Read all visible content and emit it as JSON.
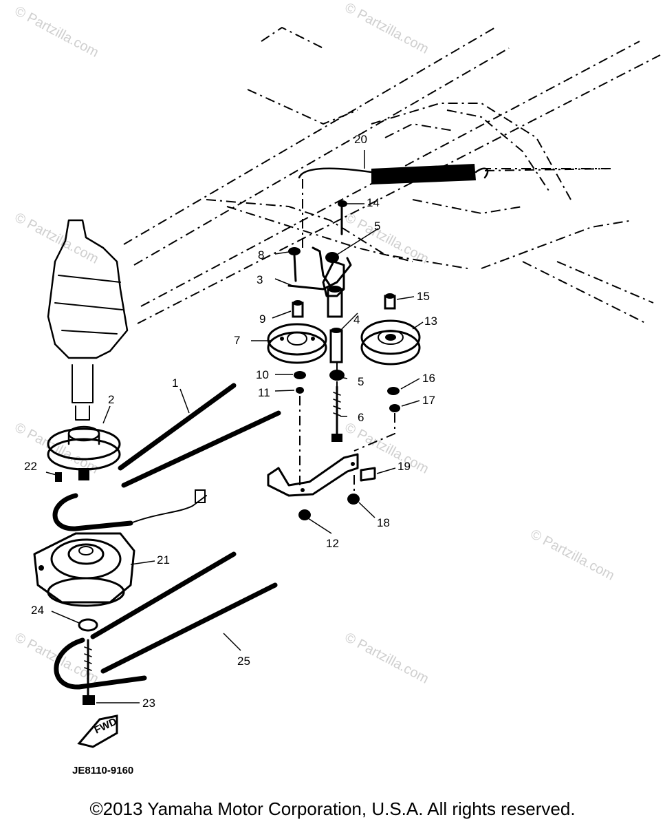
{
  "diagram": {
    "callouts": [
      "1",
      "2",
      "3",
      "4",
      "5",
      "5",
      "6",
      "7",
      "8",
      "9",
      "10",
      "11",
      "12",
      "13",
      "14",
      "15",
      "16",
      "17",
      "18",
      "19",
      "20",
      "21",
      "22",
      "23",
      "24",
      "25"
    ],
    "drawing_code": "JE8110-9160",
    "arrow_label": "FWD",
    "watermarks": [
      "© Partzilla.com",
      "© Partzilla.com",
      "© Partzilla.com",
      "© Partzilla.com",
      "© Partzilla.com",
      "© Partzilla.com",
      "© Partzilla.com",
      "© Partzilla.com",
      "© Partzilla.com"
    ]
  },
  "footer": {
    "copyright": "©2013  Yamaha Motor Corporation, U.S.A. All rights reserved."
  }
}
